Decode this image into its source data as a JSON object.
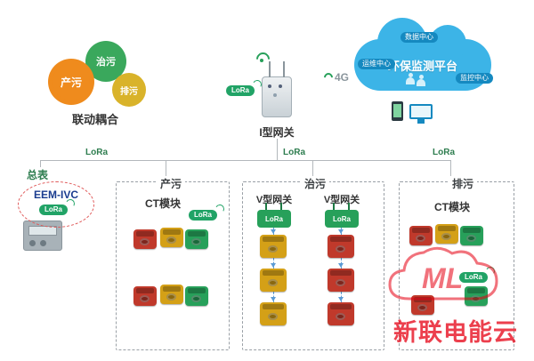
{
  "gears": {
    "produce": "产污",
    "treat": "治污",
    "discharge": "排污",
    "caption": "联动耦合"
  },
  "gateway1": {
    "label": "I型网关",
    "lora": "LoRa",
    "g4": "4G"
  },
  "cloud": {
    "platform": "环保监测平台",
    "badge_top": "数据中心",
    "badge_left": "运维中心",
    "badge_right": "监控中心"
  },
  "bus": {
    "lora_left": "LoRa",
    "lora_mid": "LoRa",
    "lora_right": "LoRa"
  },
  "meter": {
    "label": "总表",
    "model": "EEM-IVC",
    "lora": "LoRa"
  },
  "box_produce": {
    "label": "产污",
    "ct": "CT模块",
    "lora": "LoRa"
  },
  "box_treat": {
    "label": "治污",
    "gw_left": "V型网关",
    "gw_left_lora": "LoRa",
    "gw_right": "V型网关",
    "gw_right_lora": "LoRa"
  },
  "box_discharge": {
    "label": "排污",
    "ct": "CT模块",
    "lora": "LoRa"
  },
  "watermark": {
    "logo": "ML",
    "text": "新联电能云"
  },
  "colors": {
    "gear_orange": "#ef8b1d",
    "gear_green": "#3aa85c",
    "gear_yellow": "#d9b32a",
    "lora_green": "#21a366",
    "module_red": "#c0392b",
    "module_yellow": "#d4a017",
    "module_green": "#27a05a",
    "cloud_blue": "#3cb4e7",
    "watermark_red": "#e60012"
  }
}
